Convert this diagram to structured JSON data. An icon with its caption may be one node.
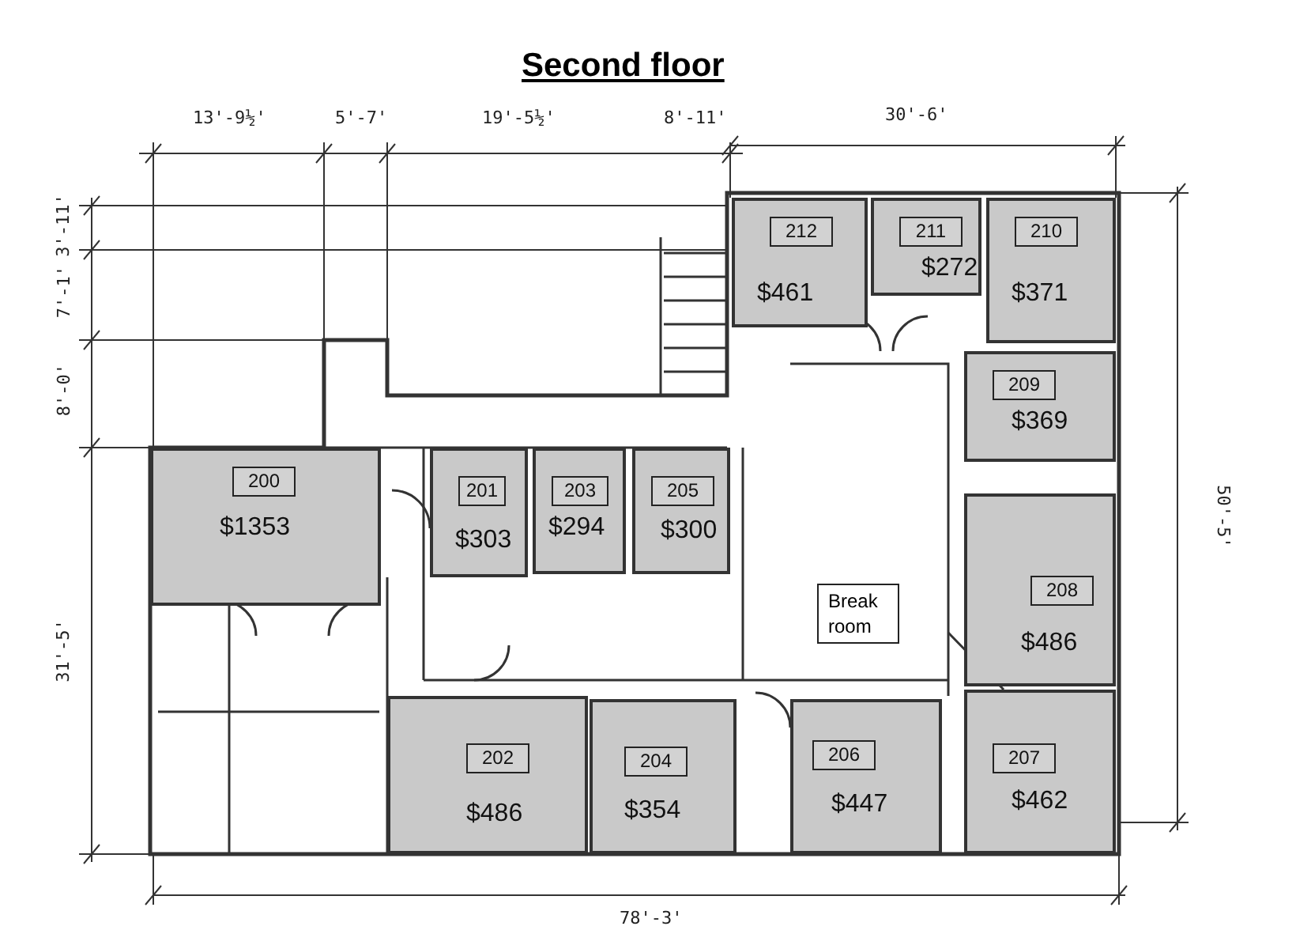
{
  "diagram": {
    "title": "Second floor",
    "nodes": [
      {
        "text": [
          "$461"
        ]
      },
      {
        "text": [
          "212"
        ],
        "in": 0
      },
      {
        "text": [
          "$272"
        ]
      },
      {
        "text": [
          "211"
        ],
        "in": 2
      },
      {
        "text": [
          "$371"
        ]
      },
      {
        "text": [
          "210"
        ],
        "in": 4
      },
      {
        "text": [
          "$369"
        ]
      },
      {
        "text": [
          "209"
        ],
        "in": 6
      },
      {
        "text": [
          "$1353"
        ]
      },
      {
        "text": [
          "200"
        ],
        "in": 8
      },
      {
        "text": [
          "$303"
        ]
      },
      {
        "text": [
          "201"
        ],
        "in": 10
      },
      {
        "text": [
          "$294"
        ]
      },
      {
        "text": [
          "203"
        ],
        "in": 12
      },
      {
        "text": [
          "$300"
        ]
      },
      {
        "text": [
          "205"
        ],
        "in": 14
      },
      {
        "text": [
          "$486"
        ]
      },
      {
        "text": [
          "208"
        ],
        "in": 16
      },
      {
        "text": [
          "Break room"
        ]
      },
      {
        "text": [
          "$486"
        ]
      },
      {
        "text": [
          "202"
        ],
        "in": 19
      },
      {
        "text": [
          "$354"
        ]
      },
      {
        "text": [
          "204"
        ],
        "in": 21
      },
      {
        "text": [
          "$447"
        ]
      },
      {
        "text": [
          "206"
        ],
        "in": 23
      },
      {
        "text": [
          "$462"
        ]
      },
      {
        "text": [
          "207"
        ],
        "in": 25
      }
    ],
    "labels": [
      "13'-9½'",
      "5'-7'",
      "19'-5½'",
      "8'-11'",
      "30'-6'",
      "3'-11'",
      "7'-1'",
      "8'-0'",
      "31'-5'",
      "50'-5'",
      "78'-3'"
    ]
  }
}
